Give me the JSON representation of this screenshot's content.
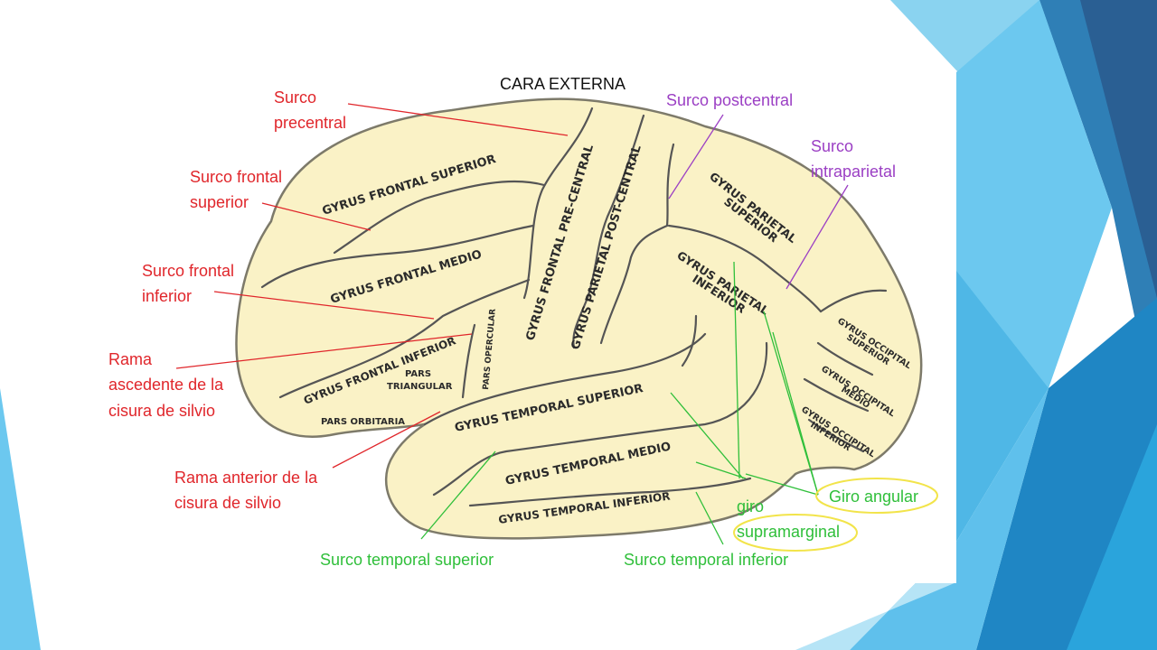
{
  "title": "CARA EXTERNA",
  "colors": {
    "red": "#e0262b",
    "purple": "#9b3fc4",
    "green": "#2fbf3a",
    "highlight": "#f2e44a",
    "brain_fill": "#faf2c6",
    "brain_outline": "#7d7a6a",
    "decor_light": "#8ad3f0",
    "decor_mid": "#3aa3d8",
    "decor_dark": "#2a6fa4"
  },
  "gyri": {
    "frontal_superior": "GYRUS FRONTAL SUPERIOR",
    "frontal_medio": "GYRUS FRONTAL MEDIO",
    "frontal_inferior": "GYRUS FRONTAL INFERIOR",
    "pars_triangular": [
      "PARS",
      "TRIANGULAR"
    ],
    "pars_orbitaria": "PARS ORBITARIA",
    "pars_opercular": "PARS OPERCULAR",
    "frontal_precentral": "GYRUS FRONTAL PRE-CENTRAL",
    "parietal_postcentral": "GYRUS PARIETAL POST-CENTRAL",
    "parietal_superior": [
      "GYRUS PARIETAL",
      "SUPERIOR"
    ],
    "parietal_inferior": [
      "GYRUS PARIETAL",
      "INFERIOR"
    ],
    "temporal_superior": "GYRUS TEMPORAL SUPERIOR",
    "temporal_medio": "GYRUS TEMPORAL MEDIO",
    "temporal_inferior": "GYRUS TEMPORAL INFERIOR",
    "occipital_superior": [
      "GYRUS OCCIPITAL",
      "SUPERIOR"
    ],
    "occipital_medio": [
      "GYRUS OCCIPITAL",
      "MEDIO"
    ],
    "occipital_inferior": [
      "GYRUS OCCIPITAL",
      "INFERIOR"
    ]
  },
  "labels": {
    "surco_precentral": [
      "Surco",
      "precentral"
    ],
    "surco_frontal_superior": [
      "Surco frontal",
      "superior"
    ],
    "surco_frontal_inferior": [
      "Surco frontal",
      "inferior"
    ],
    "rama_ascendente": [
      "Rama",
      "ascedente de la",
      "cisura de silvio"
    ],
    "rama_anterior": [
      "Rama anterior de la",
      "cisura de silvio"
    ],
    "surco_postcentral": "Surco postcentral",
    "surco_intraparietal": [
      "Surco",
      "intraparietal"
    ],
    "giro_angular": "Giro angular",
    "giro_supramarginal": [
      "giro",
      "supramarginal"
    ],
    "surco_temporal_superior": "Surco temporal superior",
    "surco_temporal_inferior": "Surco temporal inferior"
  }
}
